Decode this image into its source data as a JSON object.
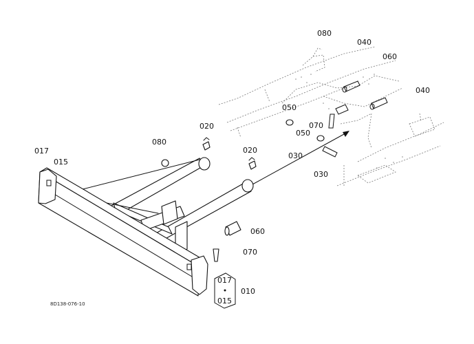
{
  "diagram": {
    "reference_code": "8D138-076-10",
    "labels": {
      "l017_top": "017",
      "l015_top": "015",
      "l080_left": "080",
      "l020_left": "020",
      "l020_right": "020",
      "l080_top": "080",
      "l040_top": "040",
      "l060_top": "060",
      "l040_right": "040",
      "l050_a": "050",
      "l070_a": "070",
      "l050_b": "050",
      "l030_a": "030",
      "l030_b": "030",
      "l060_bottom": "060",
      "l070_bottom": "070",
      "l017_bottom": "017",
      "l010": "010",
      "l015_bottom": "015"
    }
  }
}
